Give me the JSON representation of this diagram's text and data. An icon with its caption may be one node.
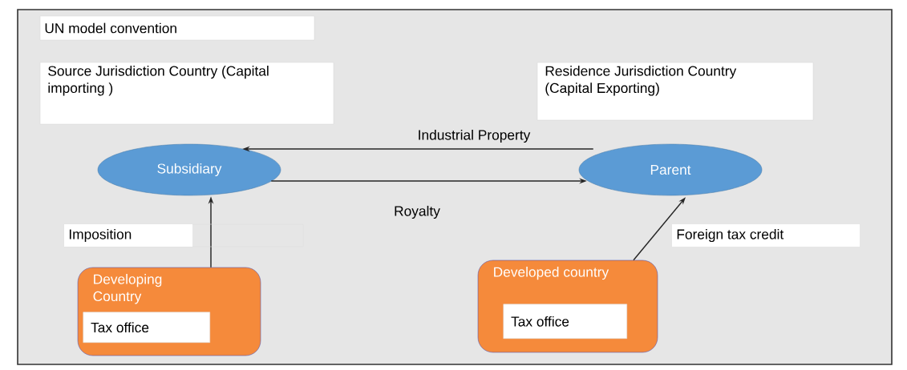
{
  "diagram": {
    "nodes": [
      {
        "text": [
          "UN model convention"
        ]
      },
      {
        "text": [
          "Source Jurisdiction Country (Capital importing )"
        ]
      },
      {
        "text": [
          "Residence Jurisdiction Country (Capital Exporting)"
        ]
      },
      {
        "text": [
          "Subsidiary"
        ]
      },
      {
        "text": [
          "Parent"
        ]
      },
      {
        "text": [
          "Developing Country"
        ]
      },
      {
        "text": [
          "Tax office"
        ],
        "in": 5
      },
      {
        "text": [
          "Developed country"
        ]
      },
      {
        "text": [
          "Tax office"
        ],
        "in": 7
      }
    ],
    "edges": [
      {
        "from": 4,
        "to": 3,
        "arrow": "to",
        "label": "Industrial Property"
      },
      {
        "from": 3,
        "to": 4,
        "arrow": "to",
        "label": "Royalty"
      },
      {
        "from": 5,
        "to": 3,
        "arrow": "to"
      },
      {
        "from": 7,
        "to": 4,
        "arrow": "to"
      }
    ],
    "labels": [
      "Imposition",
      "Foreign tax credit"
    ]
  }
}
